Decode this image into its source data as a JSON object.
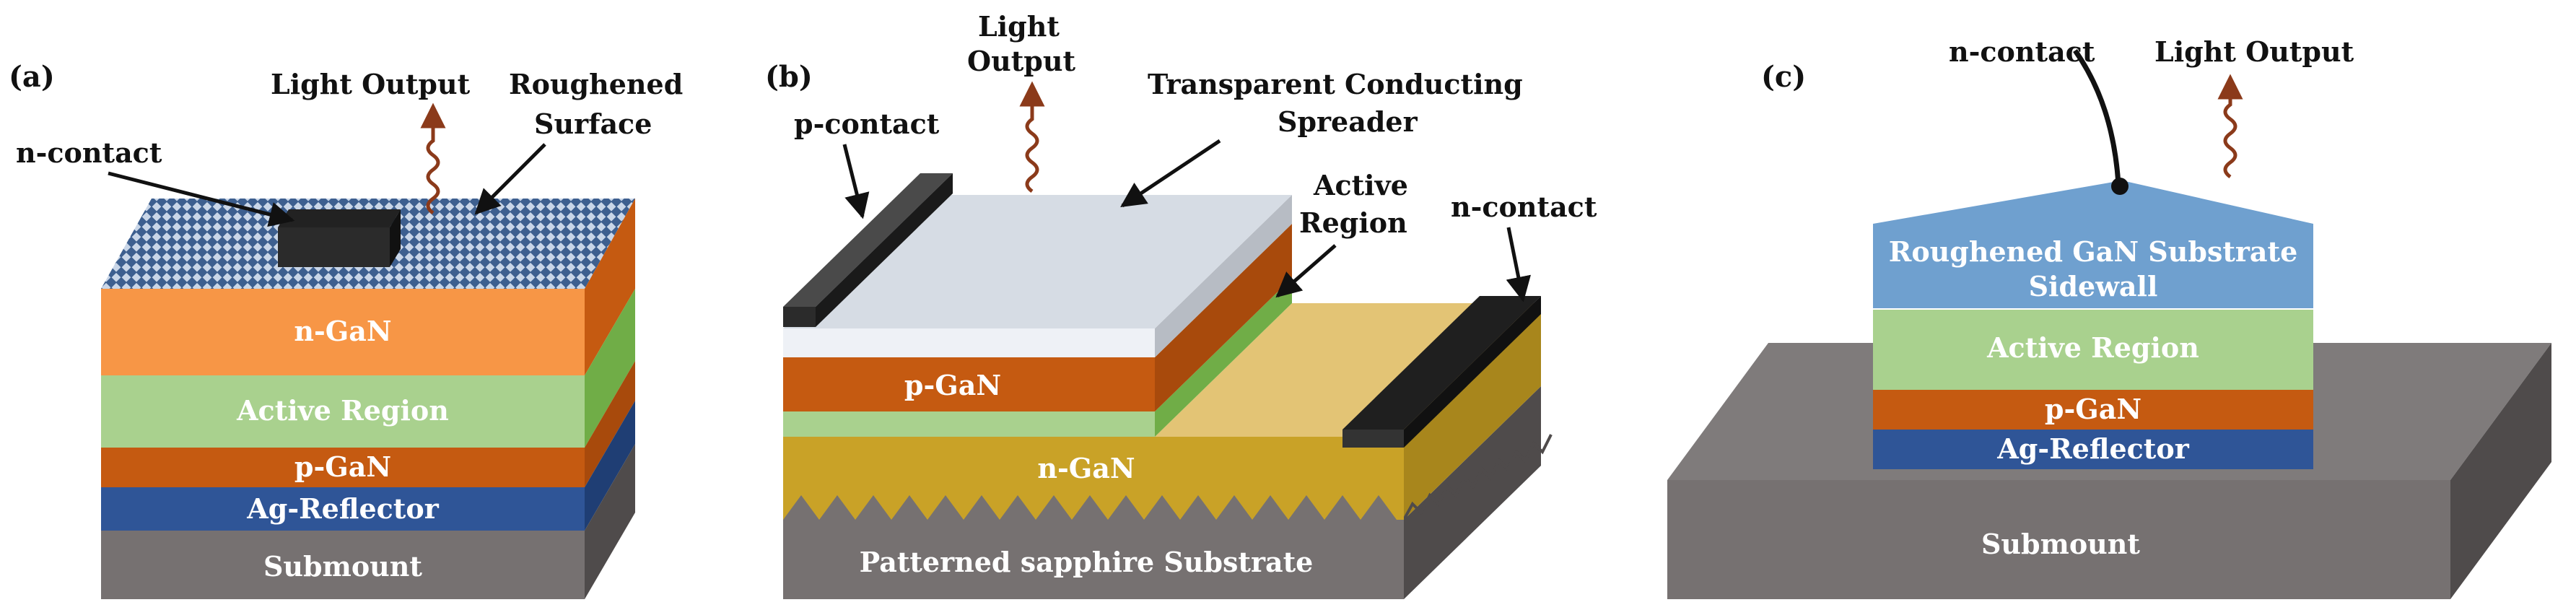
{
  "panels": {
    "a": {
      "tag": "(a)",
      "light_output": "Light Output",
      "roughened_surface": [
        "Roughened",
        "Surface"
      ],
      "n_contact": "n-contact",
      "layers": {
        "n_gan": "n-GaN",
        "active_region": "Active Region",
        "p_gan": "p-GaN",
        "ag_reflector": "Ag-Reflector",
        "submount": "Submount"
      }
    },
    "b": {
      "tag": "(b)",
      "light_output": [
        "Light",
        "Output"
      ],
      "p_contact": "p-contact",
      "transparent_spreader": [
        "Transparent Conducting",
        "Spreader"
      ],
      "active_region": [
        "Active",
        "Region"
      ],
      "n_contact": "n-contact",
      "layers": {
        "p_gan": "p-GaN",
        "n_gan": "n-GaN",
        "substrate": "Patterned sapphire Substrate"
      }
    },
    "c": {
      "tag": "(c)",
      "n_contact": "n-contact",
      "light_output": "Light Output",
      "layers": {
        "roughened_substrate": [
          "Roughened GaN Substrate",
          "Sidewall"
        ],
        "active_region": "Active Region",
        "p_gan": "p-GaN",
        "ag_reflector": "Ag-Reflector",
        "submount": "Submount"
      }
    }
  },
  "colors": {
    "n_gan_orange": "#f79646",
    "active_green": "#a9d18e",
    "p_gan_brown": "#c55a11",
    "reflector_blue": "#2f5597",
    "submount_gray": "#767171",
    "substrate_blue": "#6fa0cf",
    "n_gan_gold": "#c9a227",
    "spreader_gray": "#d6dce4",
    "contact_dark": "#3a3a3a",
    "arrow_wave": "#8b3a1a"
  }
}
